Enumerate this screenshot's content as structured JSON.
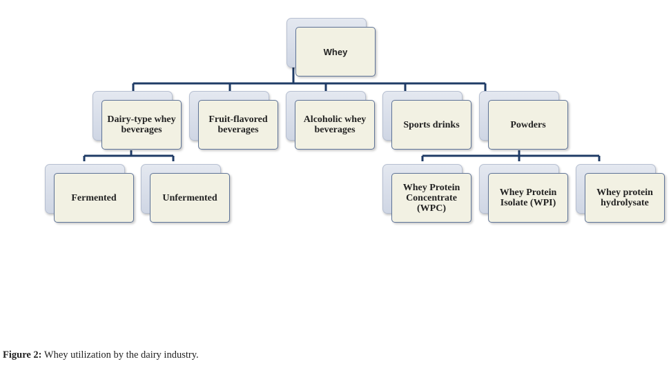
{
  "diagram": {
    "root": "Whey",
    "level1": [
      "Dairy-type whey beverages",
      "Fruit-flavored beverages",
      "Alcoholic whey beverages",
      "Sports drinks",
      "Powders"
    ],
    "dairy_children": [
      "Fermented",
      "Unfermented"
    ],
    "powder_children": [
      "Whey Protein Concentrate (WPC)",
      "Whey Protein Isolate (WPI)",
      "Whey protein hydrolysate"
    ],
    "connector_color": "#1f3b66",
    "box_fill_color": "#f2f1e3",
    "box_border_color": "#5e7397"
  },
  "caption": {
    "label": "Figure 2:",
    "text": " Whey utilization by the dairy industry."
  }
}
